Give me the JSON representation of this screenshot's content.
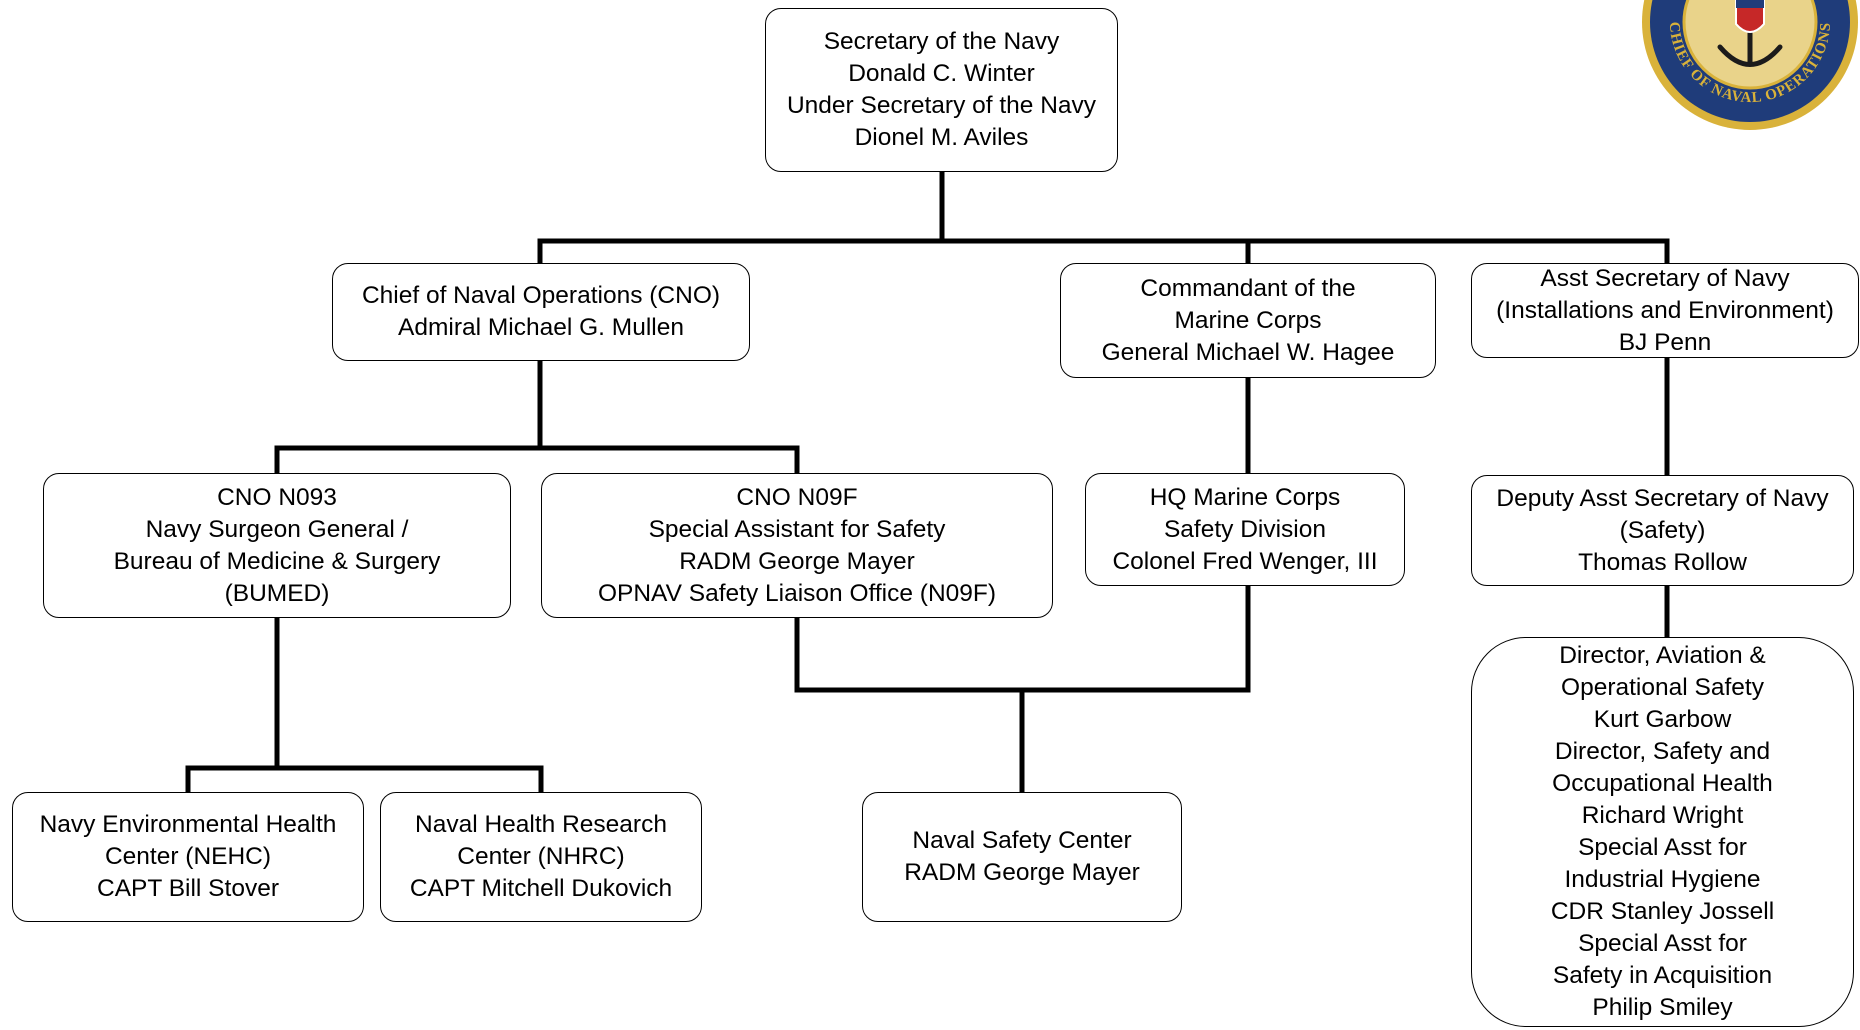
{
  "org_chart": {
    "secnav": [
      "Secretary of the Navy",
      "Donald C. Winter",
      "Under Secretary of the Navy",
      "Dionel M. Aviles"
    ],
    "cno": [
      "Chief of Naval Operations (CNO)",
      "Admiral Michael G. Mullen"
    ],
    "cmc": [
      "Commandant of the",
      "Marine Corps",
      "General Michael W. Hagee"
    ],
    "asn": [
      "Asst Secretary of Navy",
      "(Installations and Environment)",
      "BJ Penn"
    ],
    "n093": [
      "CNO N093",
      "Navy Surgeon General /",
      "Bureau of Medicine & Surgery",
      "(BUMED)"
    ],
    "n09f": [
      "CNO N09F",
      "Special Assistant for Safety",
      "RADM George Mayer",
      "OPNAV Safety Liaison Office (N09F)"
    ],
    "hqmc": [
      "HQ Marine Corps",
      "Safety Division",
      "Colonel Fred Wenger, III"
    ],
    "dasn": [
      "Deputy Asst Secretary of Navy",
      "(Safety)",
      "Thomas Rollow"
    ],
    "nehc": [
      "Navy Environmental Health",
      "Center (NEHC)",
      "CAPT Bill Stover"
    ],
    "nhrc": [
      "Naval Health Research",
      "Center (NHRC)",
      "CAPT Mitchell Dukovich"
    ],
    "nsc": [
      "Naval Safety Center",
      "RADM George Mayer"
    ],
    "directors": [
      "Director, Aviation &",
      "Operational Safety",
      "Kurt Garbow",
      "Director, Safety and",
      "Occupational Health",
      "Richard Wright",
      "Special Asst for",
      "Industrial Hygiene",
      "CDR Stanley Jossell",
      "Special Asst for",
      "Safety in Acquisition",
      "Philip Smiley"
    ]
  },
  "seal": {
    "text": "CHIEF OF NAVAL OPERATIONS",
    "colors": {
      "ring": "#1f3c7a",
      "gold": "#d9b23a",
      "red": "#c62828"
    }
  }
}
